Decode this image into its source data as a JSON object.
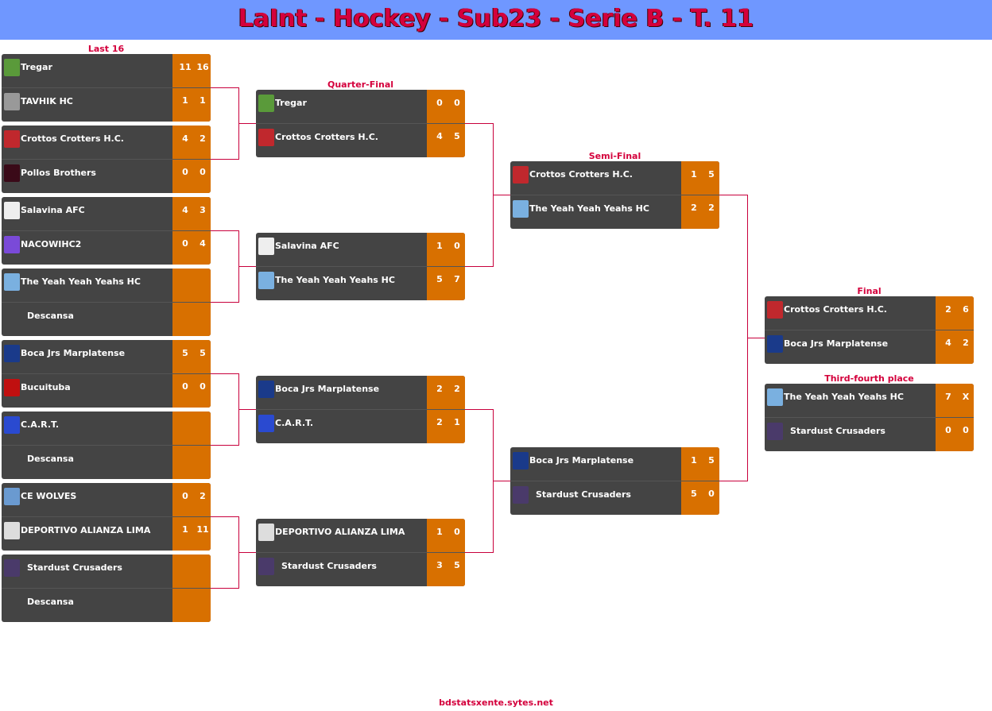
{
  "title": "LaInt - Hockey - Sub23 - Serie B - T. 11",
  "footer": "bdstatsxente.sytes.net",
  "colors": {
    "accent": "#d4003c",
    "score_bg": "#d87000",
    "box_bg": "#444444",
    "header_bg": "#6f97ff"
  },
  "rounds": [
    {
      "label": "Last 16",
      "matches": [
        [
          {
            "name": "Tregar",
            "scores": [
              "11",
              "16"
            ],
            "logo": "#5a9a3a"
          },
          {
            "name": "TAVHIK HC",
            "scores": [
              "1",
              "1"
            ],
            "logo": "#999"
          }
        ],
        [
          {
            "name": "Crottos Crotters H.C.",
            "scores": [
              "4",
              "2"
            ],
            "logo": "#c0282d"
          },
          {
            "name": "Pollos Brothers",
            "scores": [
              "0",
              "0"
            ],
            "logo": "#3a0a18"
          }
        ],
        [
          {
            "name": "Salavina AFC",
            "scores": [
              "4",
              "3"
            ],
            "logo": "#eee"
          },
          {
            "name": "NACOWIHC2",
            "scores": [
              "0",
              "4"
            ],
            "logo": "#7a4ad8"
          }
        ],
        [
          {
            "name": "The Yeah Yeah Yeahs HC",
            "scores": [
              "",
              ""
            ],
            "logo": "#7ab0e0"
          },
          {
            "name": "Descansa",
            "scores": [
              "",
              ""
            ],
            "logo": ""
          }
        ],
        [
          {
            "name": "Boca Jrs Marplatense",
            "scores": [
              "5",
              "5"
            ],
            "logo": "#1a3a8a"
          },
          {
            "name": "Bucuituba",
            "scores": [
              "0",
              "0"
            ],
            "logo": "#c01010"
          }
        ],
        [
          {
            "name": "C.A.R.T.",
            "scores": [
              "",
              ""
            ],
            "logo": "#2a4ad0"
          },
          {
            "name": "Descansa",
            "scores": [
              "",
              ""
            ],
            "logo": ""
          }
        ],
        [
          {
            "name": "CE WOLVES",
            "scores": [
              "0",
              "2"
            ],
            "logo": "#6a9ad0"
          },
          {
            "name": "DEPORTIVO ALIANZA LIMA",
            "scores": [
              "1",
              "11"
            ],
            "logo": "#ddd"
          }
        ],
        [
          {
            "name": "Stardust Crusaders",
            "scores": [
              "",
              ""
            ],
            "logo": "#4a3a6a"
          },
          {
            "name": "Descansa",
            "scores": [
              "",
              ""
            ],
            "logo": ""
          }
        ]
      ]
    },
    {
      "label": "Quarter-Final",
      "matches": [
        [
          {
            "name": "Tregar",
            "scores": [
              "0",
              "0"
            ],
            "logo": "#5a9a3a"
          },
          {
            "name": "Crottos Crotters H.C.",
            "scores": [
              "4",
              "5"
            ],
            "logo": "#c0282d"
          }
        ],
        [
          {
            "name": "Salavina AFC",
            "scores": [
              "1",
              "0"
            ],
            "logo": "#eee"
          },
          {
            "name": "The Yeah Yeah Yeahs HC",
            "scores": [
              "5",
              "7"
            ],
            "logo": "#7ab0e0"
          }
        ],
        [
          {
            "name": "Boca Jrs Marplatense",
            "scores": [
              "2",
              "2"
            ],
            "logo": "#1a3a8a"
          },
          {
            "name": "C.A.R.T.",
            "scores": [
              "2",
              "1"
            ],
            "logo": "#2a4ad0"
          }
        ],
        [
          {
            "name": "DEPORTIVO ALIANZA LIMA",
            "scores": [
              "1",
              "0"
            ],
            "logo": "#ddd"
          },
          {
            "name": "Stardust Crusaders",
            "scores": [
              "3",
              "5"
            ],
            "logo": "#4a3a6a"
          }
        ]
      ]
    },
    {
      "label": "Semi-Final",
      "matches": [
        [
          {
            "name": "Crottos Crotters H.C.",
            "scores": [
              "1",
              "5"
            ],
            "logo": "#c0282d"
          },
          {
            "name": "The Yeah Yeah Yeahs HC",
            "scores": [
              "2",
              "2"
            ],
            "logo": "#7ab0e0"
          }
        ],
        [
          {
            "name": "Boca Jrs Marplatense",
            "scores": [
              "1",
              "5"
            ],
            "logo": "#1a3a8a"
          },
          {
            "name": "Stardust Crusaders",
            "scores": [
              "5",
              "0"
            ],
            "logo": "#4a3a6a"
          }
        ]
      ]
    },
    {
      "label": "Final",
      "matches": [
        [
          {
            "name": "Crottos Crotters H.C.",
            "scores": [
              "2",
              "6"
            ],
            "logo": "#c0282d"
          },
          {
            "name": "Boca Jrs Marplatense",
            "scores": [
              "4",
              "2"
            ],
            "logo": "#1a3a8a"
          }
        ]
      ]
    },
    {
      "label": "Third-fourth place",
      "matches": [
        [
          {
            "name": "The Yeah Yeah Yeahs HC",
            "scores": [
              "7",
              "X"
            ],
            "logo": "#7ab0e0"
          },
          {
            "name": "Stardust Crusaders",
            "scores": [
              "0",
              "0"
            ],
            "logo": "#4a3a6a"
          }
        ]
      ]
    }
  ]
}
